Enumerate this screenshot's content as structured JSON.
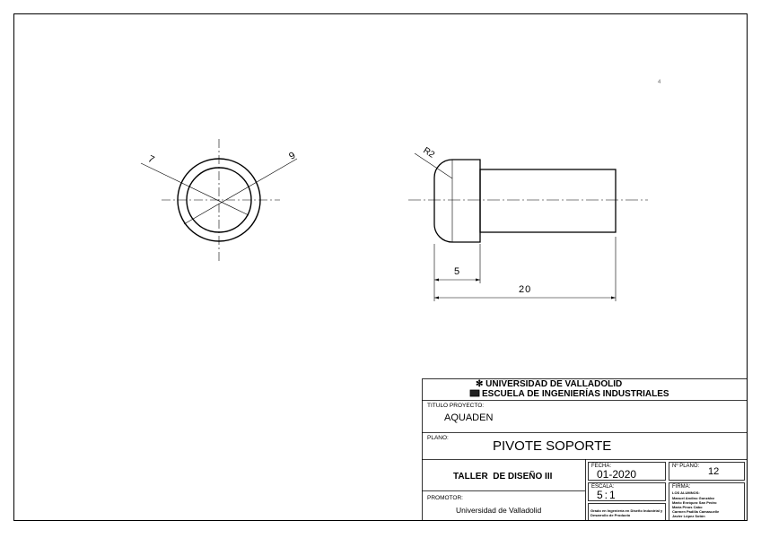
{
  "drawing": {
    "corner_mark": "4",
    "front_view": {
      "dim_inner": "7",
      "dim_outer": "9"
    },
    "side_view": {
      "dim_radius": "R2",
      "dim_head_length": "5",
      "dim_total_length": "20"
    }
  },
  "title_block": {
    "university": "UNIVERSIDAD DE VALLADOLID",
    "school": "ESCUELA DE INGENIERÍAS INDUSTRIALES",
    "project_label": "TITULO PROYECTO:",
    "project": "AQUADEN",
    "plan_label": "PLANO:",
    "plan": "PIVOTE SOPORTE",
    "course": "TALLER  DE DISEÑO III",
    "date_label": "FECHA:",
    "date": "01-2020",
    "plan_no_label": "Nº PLANO:",
    "plan_no": "12",
    "scale_label": "ESCALA:",
    "scale": "5:1",
    "signature_label": "FIRMA:",
    "authors_label": "LOS ALUMNOS:",
    "authors": [
      "Manuel Andino González",
      "Mario Enríquez San Pedro",
      "María Pinos Cabo",
      "Carmen Padilla Camasuelle",
      "Javier López Sotón"
    ],
    "degree": [
      "Grado en Ingeniería en Diseño Industrial y",
      "Desarrollo de Producto"
    ],
    "promoter_label": "PROMOTOR:",
    "promoter": "Universidad de Valladolid"
  }
}
